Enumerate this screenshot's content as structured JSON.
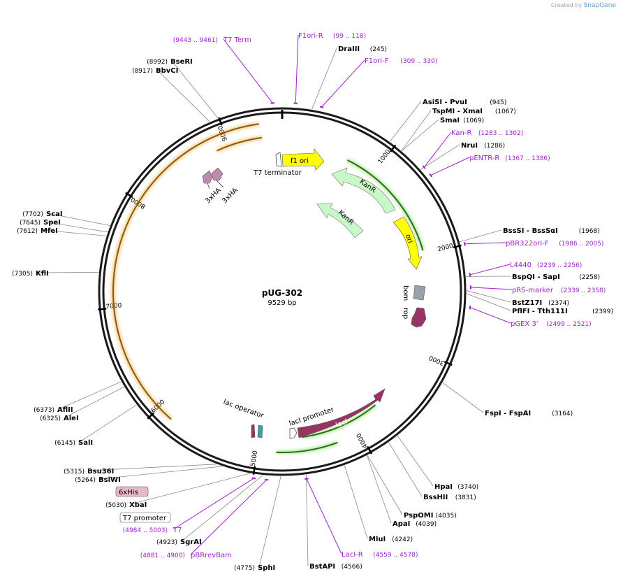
{
  "credit": {
    "prefix": "Created by",
    "brand": "SnapGene"
  },
  "plasmid": {
    "name": "pUG-302",
    "size_label": "9529 bp",
    "length": 9529
  },
  "ticks": [
    {
      "pos": 1000,
      "label": "1000"
    },
    {
      "pos": 2000,
      "label": "2000"
    },
    {
      "pos": 3000,
      "label": "3000"
    },
    {
      "pos": 4000,
      "label": "4000"
    },
    {
      "pos": 5000,
      "label": "5000"
    },
    {
      "pos": 6000,
      "label": "6000"
    },
    {
      "pos": 7000,
      "label": "7000"
    },
    {
      "pos": 8000,
      "label": "8000"
    },
    {
      "pos": 9000,
      "label": "9000"
    }
  ],
  "enzymes": [
    {
      "id": "drai",
      "text": "DraIII",
      "pos_text": "(245)",
      "pos": 245,
      "side": "right"
    },
    {
      "id": "asisi",
      "text": "AsiSI   - PvuI",
      "pos_text": "(945)",
      "pos": 945,
      "side": "right"
    },
    {
      "id": "tspmi",
      "text": "TspMI  - XmaI",
      "pos_text": "(1067)",
      "pos": 1067,
      "side": "right"
    },
    {
      "id": "smai",
      "text": "SmaI",
      "pos_text": "(1069)",
      "pos": 1069,
      "side": "right"
    },
    {
      "id": "nrui",
      "text": "NruI",
      "pos_text": "(1286)",
      "pos": 1286,
      "side": "right"
    },
    {
      "id": "bsssi",
      "text": "BssSI   - BssSαI",
      "pos_text": "(1968)",
      "pos": 1968,
      "side": "right"
    },
    {
      "id": "bspqi",
      "text": "BspQI   - SapI",
      "pos_text": "(2258)",
      "pos": 2258,
      "side": "right"
    },
    {
      "id": "bstz17i",
      "text": "BstZ17I",
      "pos_text": "(2374)",
      "pos": 2374,
      "side": "right"
    },
    {
      "id": "pflfi",
      "text": "PflFI   - Tth111I",
      "pos_text": "(2399)",
      "pos": 2399,
      "side": "right"
    },
    {
      "id": "fspi",
      "text": "FspI   - FspAI",
      "pos_text": "(3164)",
      "pos": 3164,
      "side": "right"
    },
    {
      "id": "hpai",
      "text": "HpaI",
      "pos_text": "(3740)",
      "pos": 3740,
      "side": "right"
    },
    {
      "id": "bsshii",
      "text": "BssHII",
      "pos_text": "(3831)",
      "pos": 3831,
      "side": "right"
    },
    {
      "id": "pspomi",
      "text": "PspOMI",
      "pos_text": "(4035)",
      "pos": 4035,
      "side": "right"
    },
    {
      "id": "apai",
      "text": "ApaI",
      "pos_text": "(4039)",
      "pos": 4039,
      "side": "right"
    },
    {
      "id": "mlui",
      "text": "MluI",
      "pos_text": "(4242)",
      "pos": 4242,
      "side": "right"
    },
    {
      "id": "bstapi",
      "text": "BstAPI",
      "pos_text": "(4566)",
      "pos": 4566,
      "side": "right"
    },
    {
      "id": "sphi",
      "text": "SphI",
      "pos_text": "(4775)",
      "pos": 4775,
      "side": "left"
    },
    {
      "id": "sgrai",
      "text": "SgrAI",
      "pos_text": "(4923)",
      "pos": 4923,
      "side": "left"
    },
    {
      "id": "xbai",
      "text": "XbaI",
      "pos_text": "(5030)",
      "pos": 5030,
      "side": "left"
    },
    {
      "id": "bsiwi",
      "text": "BsiWI",
      "pos_text": "(5264)",
      "pos": 5264,
      "side": "left"
    },
    {
      "id": "bsu36i",
      "text": "Bsu36I",
      "pos_text": "(5315)",
      "pos": 5315,
      "side": "left"
    },
    {
      "id": "sali",
      "text": "SalI",
      "pos_text": "(6145)",
      "pos": 6145,
      "side": "left"
    },
    {
      "id": "alei",
      "text": "AleI",
      "pos_text": "(6325)",
      "pos": 6325,
      "side": "left"
    },
    {
      "id": "aflii",
      "text": "AflII",
      "pos_text": "(6373)",
      "pos": 6373,
      "side": "left"
    },
    {
      "id": "kfli",
      "text": "KflI",
      "pos_text": "(7305)",
      "pos": 7305,
      "side": "left"
    },
    {
      "id": "mfei",
      "text": "MfeI",
      "pos_text": "(7612)",
      "pos": 7612,
      "side": "left"
    },
    {
      "id": "spei",
      "text": "SpeI",
      "pos_text": "(7645)",
      "pos": 7645,
      "side": "left"
    },
    {
      "id": "scai",
      "text": "ScaI",
      "pos_text": "(7702)",
      "pos": 7702,
      "side": "left"
    },
    {
      "id": "bbvci",
      "text": "BbvCI",
      "pos_text": "(8917)",
      "pos": 8917,
      "side": "left"
    },
    {
      "id": "bseri",
      "text": "BseRI",
      "pos_text": "(8992)",
      "pos": 8992,
      "side": "left"
    }
  ],
  "primers": [
    {
      "id": "f1ori-r",
      "text": "F1ori-R",
      "range": "(99 .. 118)",
      "pos": 108,
      "side": "top"
    },
    {
      "id": "t7term",
      "text": "T7 Term",
      "range": "(9443 .. 9461)",
      "pos": 9452,
      "side": "left"
    },
    {
      "id": "f1ori-f",
      "text": "F1ori-F",
      "range": "(309 .. 330)",
      "pos": 320,
      "side": "right"
    },
    {
      "id": "kan-r",
      "text": "Kan-R",
      "range": "(1283 .. 1302)",
      "pos": 1292,
      "side": "right"
    },
    {
      "id": "pentr-r",
      "text": "pENTR-R",
      "range": "(1367 .. 1386)",
      "pos": 1376,
      "side": "right"
    },
    {
      "id": "pbr322ori-f",
      "text": "pBR322ori-F",
      "range": "(1986 .. 2005)",
      "pos": 1995,
      "side": "right"
    },
    {
      "id": "l4440",
      "text": "L4440",
      "range": "(2239 .. 2256)",
      "pos": 2247,
      "side": "right"
    },
    {
      "id": "prs-marker",
      "text": "pRS-marker",
      "range": "(2339 .. 2358)",
      "pos": 2348,
      "side": "right"
    },
    {
      "id": "pgex3",
      "text": "pGEX 3'",
      "range": "(2499 .. 2521)",
      "pos": 2510,
      "side": "right"
    },
    {
      "id": "laci-r",
      "text": "LacI-R",
      "range": "(4559 .. 4578)",
      "pos": 4568,
      "side": "right"
    },
    {
      "id": "pbrrevbam",
      "text": "pBRrevBam",
      "range": "(4881 .. 4900)",
      "pos": 4890,
      "side": "left"
    },
    {
      "id": "t7",
      "text": "T7",
      "range": "(4984 .. 5003)",
      "pos": 4993,
      "side": "left"
    }
  ],
  "features": {
    "f1_ori": "f1 ori",
    "t7_terminator": "T7 terminator",
    "kanr_1": "KanR",
    "kanr_2": "KanR",
    "ori": "ori",
    "bom": "bom",
    "rop": "rop",
    "laci": "lacI",
    "laci_promoter": "lacI promoter",
    "lac_operator": "lac operator",
    "his6": "6xHis",
    "t7_promoter": "T7 promoter",
    "ha1": "3xHA",
    "ha2": "3xHA"
  },
  "colors": {
    "backbone": "#1a1a1a",
    "primer": "#a020d0",
    "feature_yellow": "#ffff00",
    "feature_kanr": "#c8f7c8",
    "feature_laci": "#993366",
    "orf_orange": "#f0a830",
    "orf_green": "#3aa02a"
  }
}
